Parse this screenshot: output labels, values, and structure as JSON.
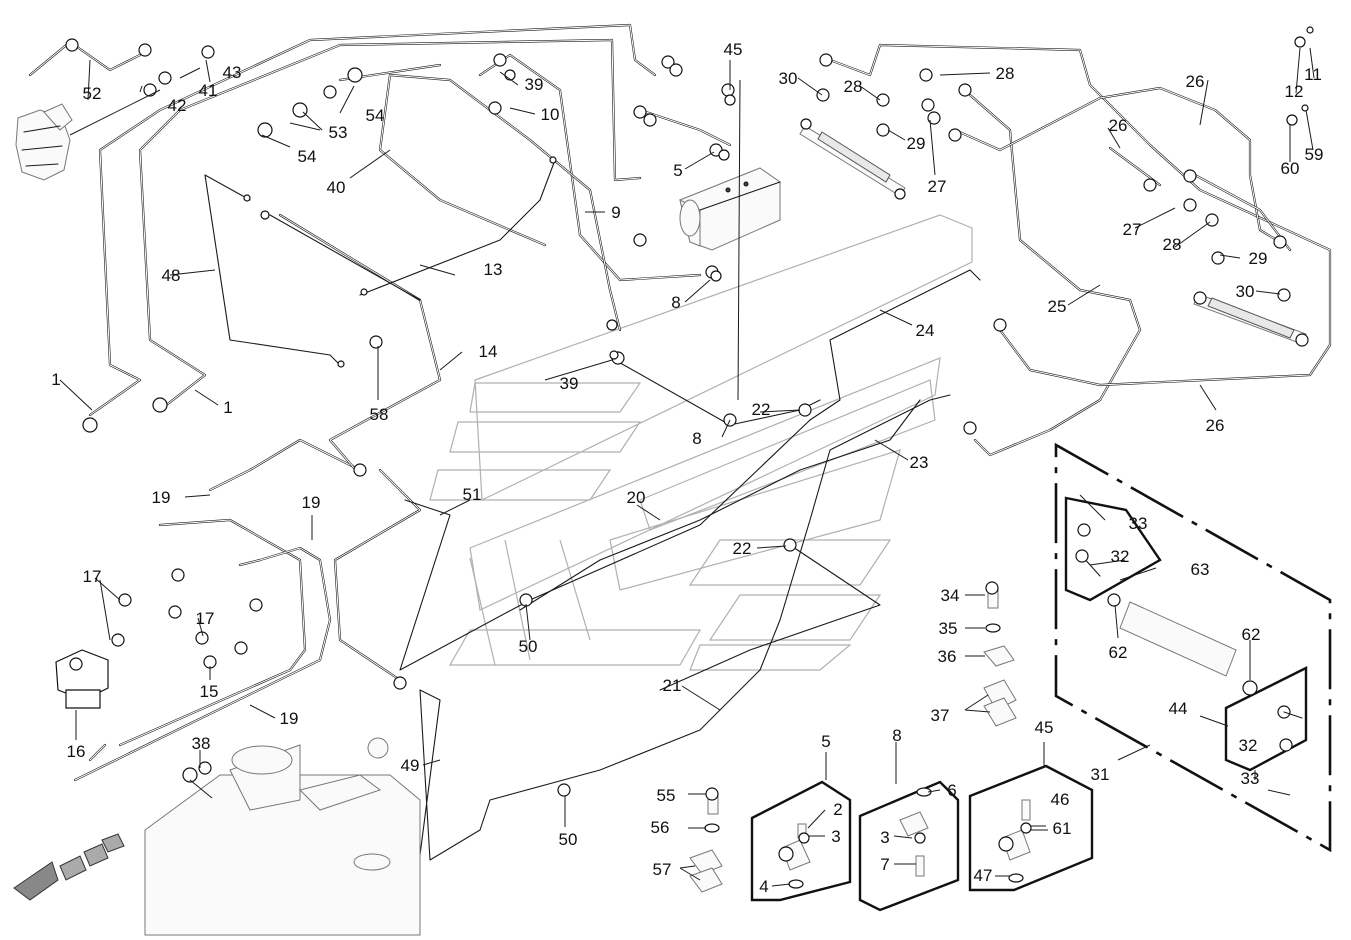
{
  "diagram": {
    "callouts": [
      {
        "id": "c1a",
        "text": "1"
      },
      {
        "id": "c1b",
        "text": "1"
      },
      {
        "id": "c2",
        "text": "2"
      },
      {
        "id": "c3a",
        "text": "3"
      },
      {
        "id": "c3b",
        "text": "3"
      },
      {
        "id": "c4",
        "text": "4"
      },
      {
        "id": "c5a",
        "text": "5"
      },
      {
        "id": "c5b",
        "text": "5"
      },
      {
        "id": "c6",
        "text": "6"
      },
      {
        "id": "c7",
        "text": "7"
      },
      {
        "id": "c8a",
        "text": "8"
      },
      {
        "id": "c8b",
        "text": "8"
      },
      {
        "id": "c8c",
        "text": "8"
      },
      {
        "id": "c9",
        "text": "9"
      },
      {
        "id": "c10",
        "text": "10"
      },
      {
        "id": "c11",
        "text": "11"
      },
      {
        "id": "c12",
        "text": "12"
      },
      {
        "id": "c13",
        "text": "13"
      },
      {
        "id": "c14",
        "text": "14"
      },
      {
        "id": "c15",
        "text": "15"
      },
      {
        "id": "c16",
        "text": "16"
      },
      {
        "id": "c17a",
        "text": "17"
      },
      {
        "id": "c17b",
        "text": "17"
      },
      {
        "id": "c19a",
        "text": "19"
      },
      {
        "id": "c19b",
        "text": "19"
      },
      {
        "id": "c19c",
        "text": "19"
      },
      {
        "id": "c20",
        "text": "20"
      },
      {
        "id": "c21",
        "text": "21"
      },
      {
        "id": "c22a",
        "text": "22"
      },
      {
        "id": "c22b",
        "text": "22"
      },
      {
        "id": "c23",
        "text": "23"
      },
      {
        "id": "c24",
        "text": "24"
      },
      {
        "id": "c25",
        "text": "25"
      },
      {
        "id": "c26a",
        "text": "26"
      },
      {
        "id": "c26b",
        "text": "26"
      },
      {
        "id": "c26c",
        "text": "26"
      },
      {
        "id": "c27a",
        "text": "27"
      },
      {
        "id": "c27b",
        "text": "27"
      },
      {
        "id": "c28a",
        "text": "28"
      },
      {
        "id": "c28b",
        "text": "28"
      },
      {
        "id": "c28c",
        "text": "28"
      },
      {
        "id": "c29a",
        "text": "29"
      },
      {
        "id": "c29b",
        "text": "29"
      },
      {
        "id": "c30a",
        "text": "30"
      },
      {
        "id": "c30b",
        "text": "30"
      },
      {
        "id": "c31",
        "text": "31"
      },
      {
        "id": "c32a",
        "text": "32"
      },
      {
        "id": "c32b",
        "text": "32"
      },
      {
        "id": "c33a",
        "text": "33"
      },
      {
        "id": "c33b",
        "text": "33"
      },
      {
        "id": "c34",
        "text": "34"
      },
      {
        "id": "c35",
        "text": "35"
      },
      {
        "id": "c36",
        "text": "36"
      },
      {
        "id": "c37",
        "text": "37"
      },
      {
        "id": "c38",
        "text": "38"
      },
      {
        "id": "c39a",
        "text": "39"
      },
      {
        "id": "c39b",
        "text": "39"
      },
      {
        "id": "c40",
        "text": "40"
      },
      {
        "id": "c41",
        "text": "41"
      },
      {
        "id": "c42",
        "text": "42"
      },
      {
        "id": "c43",
        "text": "43"
      },
      {
        "id": "c44",
        "text": "44"
      },
      {
        "id": "c45a",
        "text": "45"
      },
      {
        "id": "c45b",
        "text": "45"
      },
      {
        "id": "c46",
        "text": "46"
      },
      {
        "id": "c47",
        "text": "47"
      },
      {
        "id": "c48",
        "text": "48"
      },
      {
        "id": "c49",
        "text": "49"
      },
      {
        "id": "c50a",
        "text": "50"
      },
      {
        "id": "c50b",
        "text": "50"
      },
      {
        "id": "c51",
        "text": "51"
      },
      {
        "id": "c52",
        "text": "52"
      },
      {
        "id": "c53",
        "text": "53"
      },
      {
        "id": "c54a",
        "text": "54"
      },
      {
        "id": "c54b",
        "text": "54"
      },
      {
        "id": "c55",
        "text": "55"
      },
      {
        "id": "c56",
        "text": "56"
      },
      {
        "id": "c57",
        "text": "57"
      },
      {
        "id": "c58",
        "text": "58"
      },
      {
        "id": "c59",
        "text": "59"
      },
      {
        "id": "c60",
        "text": "60"
      },
      {
        "id": "c61",
        "text": "61"
      },
      {
        "id": "c62a",
        "text": "62"
      },
      {
        "id": "c62b",
        "text": "62"
      },
      {
        "id": "c63",
        "text": "63"
      }
    ]
  }
}
